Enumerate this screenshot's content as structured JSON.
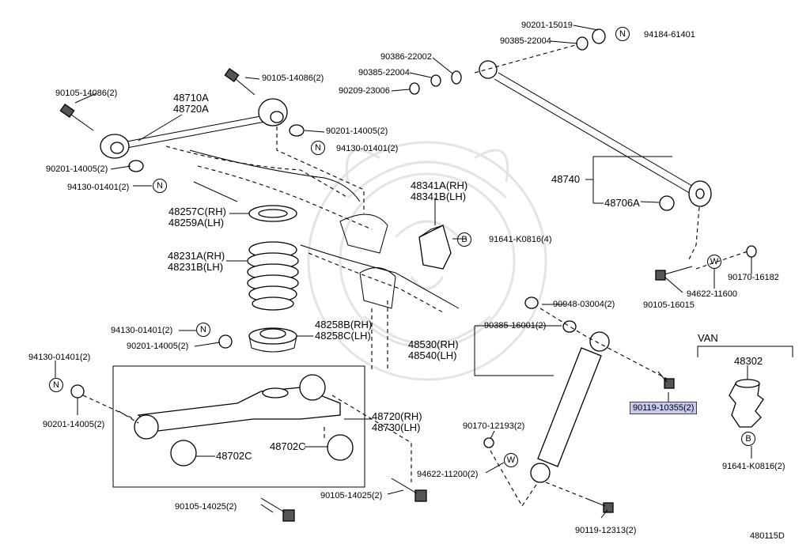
{
  "labels": {
    "p90201_15019": "90201-15019",
    "p90385_22004_top": "90385-22004",
    "p94184_61401": "94184-61401",
    "p90386_22002": "90386-22002",
    "p90385_22004_mid": "90385-22004",
    "p90209_23006": "90209-23006",
    "p90105_14086_a": "90105-14086(2)",
    "p90105_14086_b": "90105-14086(2)",
    "p48710a": "48710A",
    "p48720a": "48720A",
    "p90201_14005_a": "90201-14005(2)",
    "p94130_01401_a": "94130-01401(2)",
    "p90201_14005_b": "90201-14005(2)",
    "p94130_01401_b": "94130-01401(2)",
    "p48740": "48740",
    "p48706a": "48706A",
    "p48257c": "48257C(RH)",
    "p48259a": "48259A(LH)",
    "p48341a": "48341A(RH)",
    "p48341b": "48341B(LH)",
    "p91641_k0816_4": "91641-K0816(4)",
    "p48231a": "48231A(RH)",
    "p48231b": "48231B(LH)",
    "p90105_16015": "90105-16015",
    "p94622_11600": "94622-11600",
    "p90170_16182": "90170-16182",
    "p90948_03004": "90948-03004(2)",
    "p94130_01401_c": "94130-01401(2)",
    "p90201_14005_c": "90201-14005(2)",
    "p48258b": "48258B(RH)",
    "p48258c": "48258C(LH)",
    "p90385_16001": "90385-16001(2)",
    "p48530": "48530(RH)",
    "p48540": "48540(LH)",
    "p94130_01401_d": "94130-01401(2)",
    "p90201_14005_d": "90201-14005(2)",
    "p90119_10355": "90119-10355(2)",
    "p van": "",
    "van": "VAN",
    "p48302": "48302",
    "p48720rh": "48720(RH)",
    "p48730lh": "48730(LH)",
    "p90170_12193": "90170-12193(2)",
    "p48702c_a": "48702C",
    "p48702c_b": "48702C",
    "p94622_11200": "94622-11200(2)",
    "p91641_k0816_2": "91641-K0816(2)",
    "p90105_14025_a": "90105-14025(2)",
    "p90105_14025_b": "90105-14025(2)",
    "p90119_12313": "90119-12313(2)",
    "ref": "480115D"
  },
  "symbols": {
    "n": "N",
    "w": "W",
    "b": "B"
  },
  "colors": {
    "highlight": "#c8c8ee",
    "ink": "#000000",
    "watermark": "#e6e6e6"
  }
}
